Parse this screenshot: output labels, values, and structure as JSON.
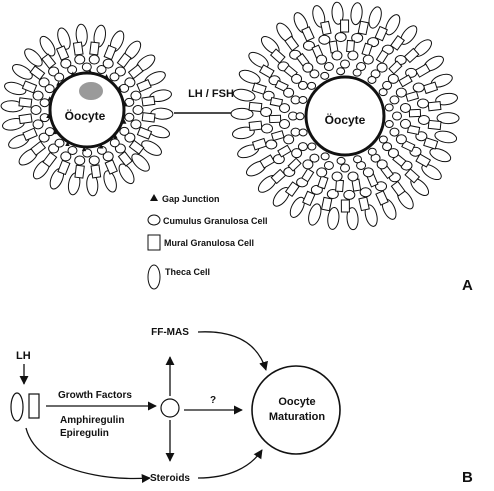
{
  "panel_a": {
    "panel_label": "A",
    "oocyte_label_left": "Öocyte",
    "oocyte_label_right": "Öocyte",
    "arrow_label": "LH / FSH",
    "legend": {
      "gap_junction": "Gap Junction",
      "cumulus_cell": "Cumulus Granulosa Cell",
      "mural_cell": "Mural Granulosa Cell",
      "theca_cell": "Theca Cell"
    }
  },
  "panel_b": {
    "panel_label": "B",
    "lh": "LH",
    "ff_mas": "FF-MAS",
    "growth_factors": "Growth Factors",
    "amphiregulin": "Amphiregulin",
    "epiregulin": "Epiregulin",
    "question": "?",
    "steroids": "Steroids",
    "oocyte_maturation_line1": "Oocyte",
    "oocyte_maturation_line2": "Maturation"
  }
}
